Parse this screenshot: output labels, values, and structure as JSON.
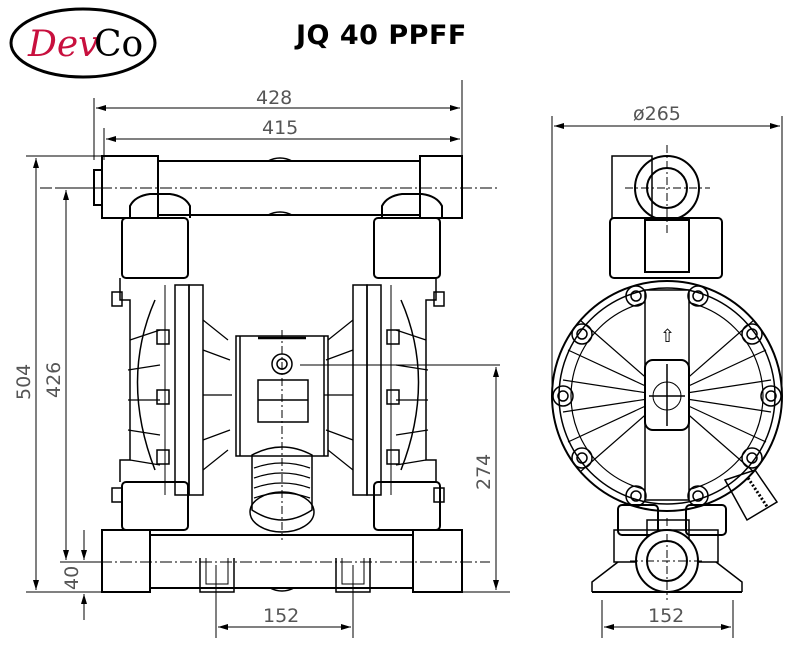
{
  "logo": {
    "part1": "Dev",
    "part2": "Co",
    "part1_color": "#c8103e",
    "part2_color": "#000000"
  },
  "title": "JQ 40 PPFF",
  "front_view": {
    "dimensions": {
      "overall_width": "428",
      "port_width": "415",
      "overall_height": "504",
      "inlet_outlet_centers": "426",
      "inlet_height": "40",
      "air_inlet_height": "274",
      "mount_hole_spacing": "152"
    }
  },
  "side_view": {
    "dimensions": {
      "diameter": "ø265",
      "base_width": "152"
    },
    "flow_arrow": "⇧"
  },
  "colors": {
    "line": "#000000",
    "dim_text": "#555555",
    "logo_red": "#c8103e"
  }
}
